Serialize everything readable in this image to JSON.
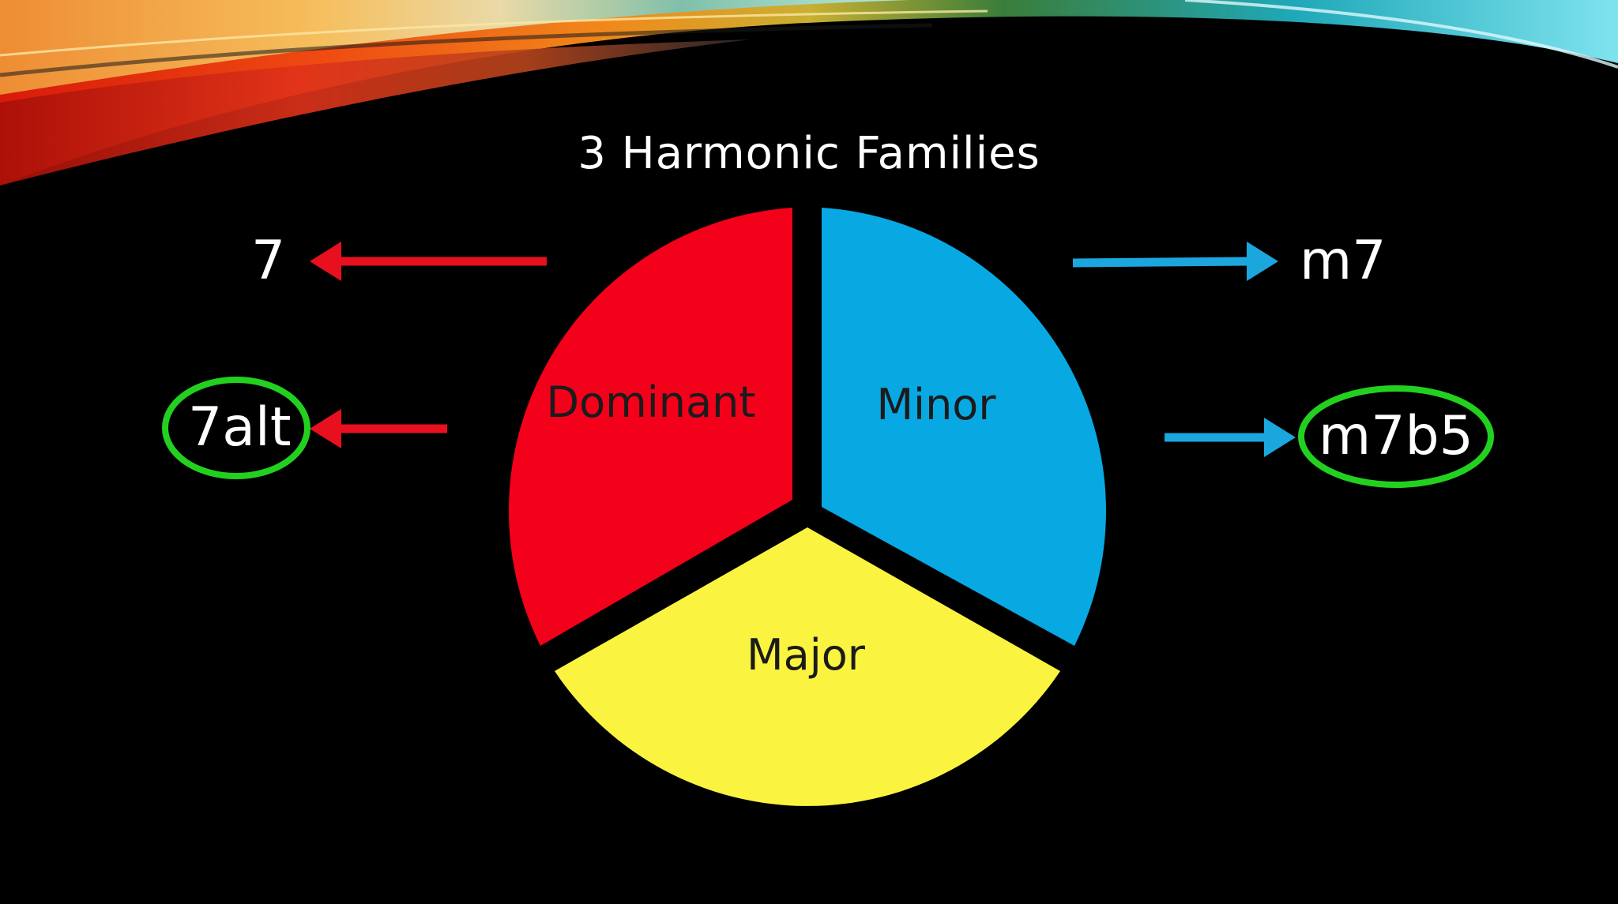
{
  "slide": {
    "title": "3 Harmonic Families",
    "segments": [
      {
        "name": "dominant",
        "label": "Dominant",
        "color": "#F3001B"
      },
      {
        "name": "minor",
        "label": "Minor",
        "color": "#08A9E3"
      },
      {
        "name": "major",
        "label": "Major",
        "color": "#FAF440"
      }
    ],
    "chords": {
      "dominant_7": {
        "label": "7",
        "arrow_color": "#E8101E"
      },
      "dominant_7alt": {
        "label": "7alt",
        "arrow_color": "#E8101E",
        "circled": true
      },
      "minor_m7": {
        "label": "m7",
        "arrow_color": "#1BA6DE"
      },
      "minor_m7b5": {
        "label": "m7b5",
        "arrow_color": "#1BA6DE",
        "circled": true
      }
    },
    "highlight_color": "#22D11F",
    "background_color": "#000000"
  }
}
